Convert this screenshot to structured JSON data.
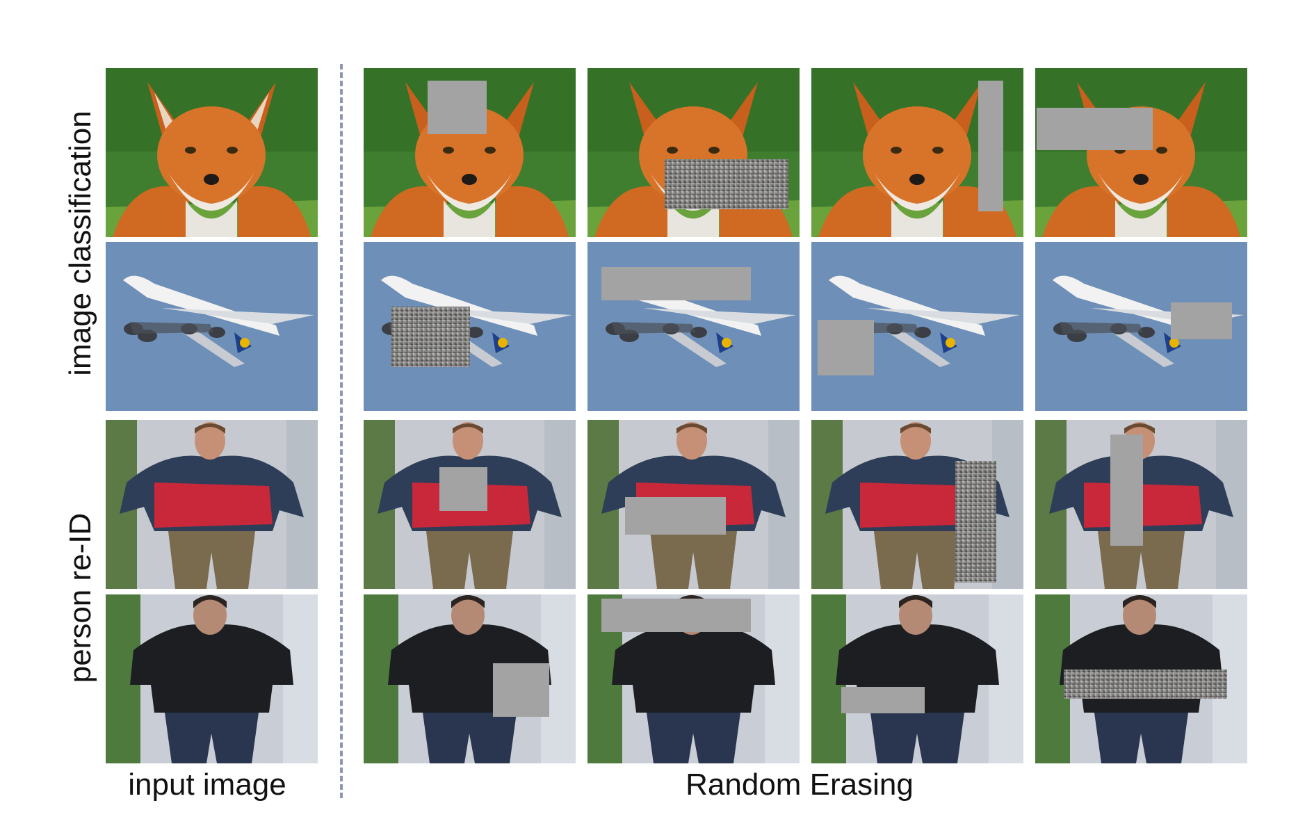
{
  "figure": {
    "row_labels": {
      "classification": "image classification",
      "reid": "person re-ID"
    },
    "column_labels": {
      "input": "input image",
      "random_erasing": "Random Erasing"
    }
  },
  "colors": {
    "erase_gray": "#a3a3a3",
    "divider": "#8b98b0",
    "sky": "#6d8fb8",
    "foliage": "#3f7e2f"
  },
  "tiles": [
    {
      "row": "fox",
      "col": "input",
      "erased": false
    },
    {
      "row": "fox",
      "col": "erasing-1",
      "erase_type": "gray"
    },
    {
      "row": "fox",
      "col": "erasing-2",
      "erase_type": "noise"
    },
    {
      "row": "fox",
      "col": "erasing-3",
      "erase_type": "gray"
    },
    {
      "row": "fox",
      "col": "erasing-4",
      "erase_type": "gray"
    },
    {
      "row": "airplane",
      "col": "input",
      "erased": false
    },
    {
      "row": "airplane",
      "col": "erasing-1",
      "erase_type": "noise"
    },
    {
      "row": "airplane",
      "col": "erasing-2",
      "erase_type": "gray"
    },
    {
      "row": "airplane",
      "col": "erasing-3",
      "erase_type": "gray"
    },
    {
      "row": "airplane",
      "col": "erasing-4",
      "erase_type": "gray"
    },
    {
      "row": "person-red-jacket",
      "col": "input",
      "erased": false
    },
    {
      "row": "person-red-jacket",
      "col": "erasing-1",
      "erase_type": "gray"
    },
    {
      "row": "person-red-jacket",
      "col": "erasing-2",
      "erase_type": "gray"
    },
    {
      "row": "person-red-jacket",
      "col": "erasing-3",
      "erase_type": "noise"
    },
    {
      "row": "person-red-jacket",
      "col": "erasing-4",
      "erase_type": "gray"
    },
    {
      "row": "person-dark-jacket",
      "col": "input",
      "erased": false
    },
    {
      "row": "person-dark-jacket",
      "col": "erasing-1",
      "erase_type": "gray"
    },
    {
      "row": "person-dark-jacket",
      "col": "erasing-2",
      "erase_type": "gray"
    },
    {
      "row": "person-dark-jacket",
      "col": "erasing-3",
      "erase_type": "gray"
    },
    {
      "row": "person-dark-jacket",
      "col": "erasing-4",
      "erase_type": "noise"
    }
  ]
}
